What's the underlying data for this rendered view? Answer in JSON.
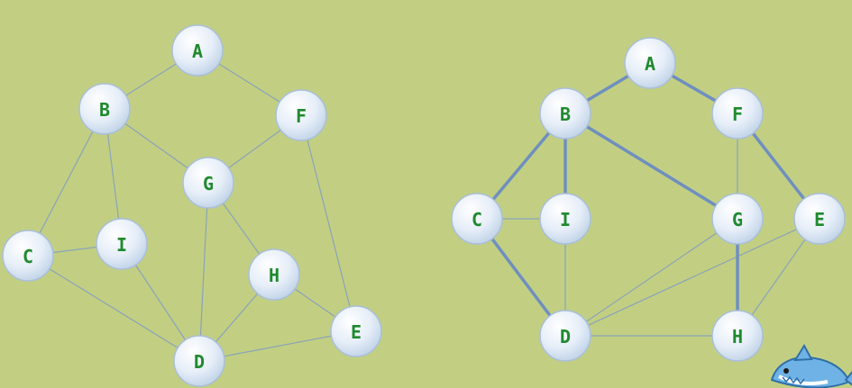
{
  "graph_left": {
    "nodes": [
      "A",
      "B",
      "F",
      "G",
      "C",
      "I",
      "H",
      "E",
      "D"
    ],
    "edges": [
      [
        "A",
        "B"
      ],
      [
        "A",
        "F"
      ],
      [
        "B",
        "C"
      ],
      [
        "B",
        "I"
      ],
      [
        "B",
        "G"
      ],
      [
        "F",
        "G"
      ],
      [
        "F",
        "E"
      ],
      [
        "G",
        "H"
      ],
      [
        "G",
        "D"
      ],
      [
        "C",
        "I"
      ],
      [
        "C",
        "D"
      ],
      [
        "I",
        "D"
      ],
      [
        "H",
        "D"
      ],
      [
        "H",
        "E"
      ],
      [
        "D",
        "E"
      ]
    ]
  },
  "graph_right": {
    "nodes": [
      "A",
      "B",
      "F",
      "C",
      "I",
      "G",
      "E",
      "D",
      "H"
    ],
    "edges_bold": [
      [
        "A",
        "B"
      ],
      [
        "A",
        "F"
      ],
      [
        "B",
        "C"
      ],
      [
        "B",
        "I"
      ],
      [
        "B",
        "G"
      ],
      [
        "F",
        "E"
      ],
      [
        "C",
        "D"
      ],
      [
        "G",
        "H"
      ]
    ],
    "edges_thin": [
      [
        "C",
        "I"
      ],
      [
        "I",
        "D"
      ],
      [
        "F",
        "G"
      ],
      [
        "G",
        "D"
      ],
      [
        "E",
        "D"
      ],
      [
        "E",
        "H"
      ],
      [
        "D",
        "H"
      ]
    ]
  },
  "colors": {
    "background": "#c2cf83",
    "label": "#1f8a2e",
    "thin_edge": "#8aa3b8",
    "bold_edge": "#6f8fbf"
  },
  "icons": {
    "corner_mascot": "shark-icon"
  }
}
